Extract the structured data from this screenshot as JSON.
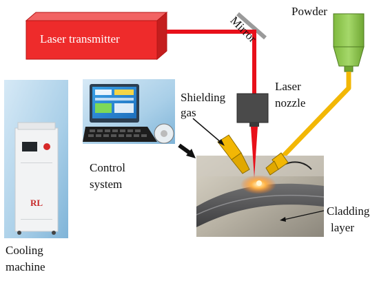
{
  "labels": {
    "laser_transmitter": "Laser transmitter",
    "mirror": "Mirror",
    "powder": "Powder",
    "laser_nozzle_1": "Laser",
    "laser_nozzle_2": "nozzle",
    "shielding_1": "Shielding",
    "shielding_2": "gas",
    "control_1": "Control",
    "control_2": "system",
    "cladding_1": "Cladding",
    "cladding_2": "layer",
    "cooling_1": "Cooling",
    "cooling_2": "machine",
    "cooler_logo": "RL"
  },
  "colors": {
    "laser_box": "#ee2b2b",
    "laser_box_edge": "#b51616",
    "beam": "#e8101a",
    "powder_feed": "#f2b705",
    "powder_hopper": "#8bc34a",
    "nozzle": "#4a4a4a",
    "mirror": "#9a9a9a",
    "sky_blue": "#a9cfe8"
  }
}
